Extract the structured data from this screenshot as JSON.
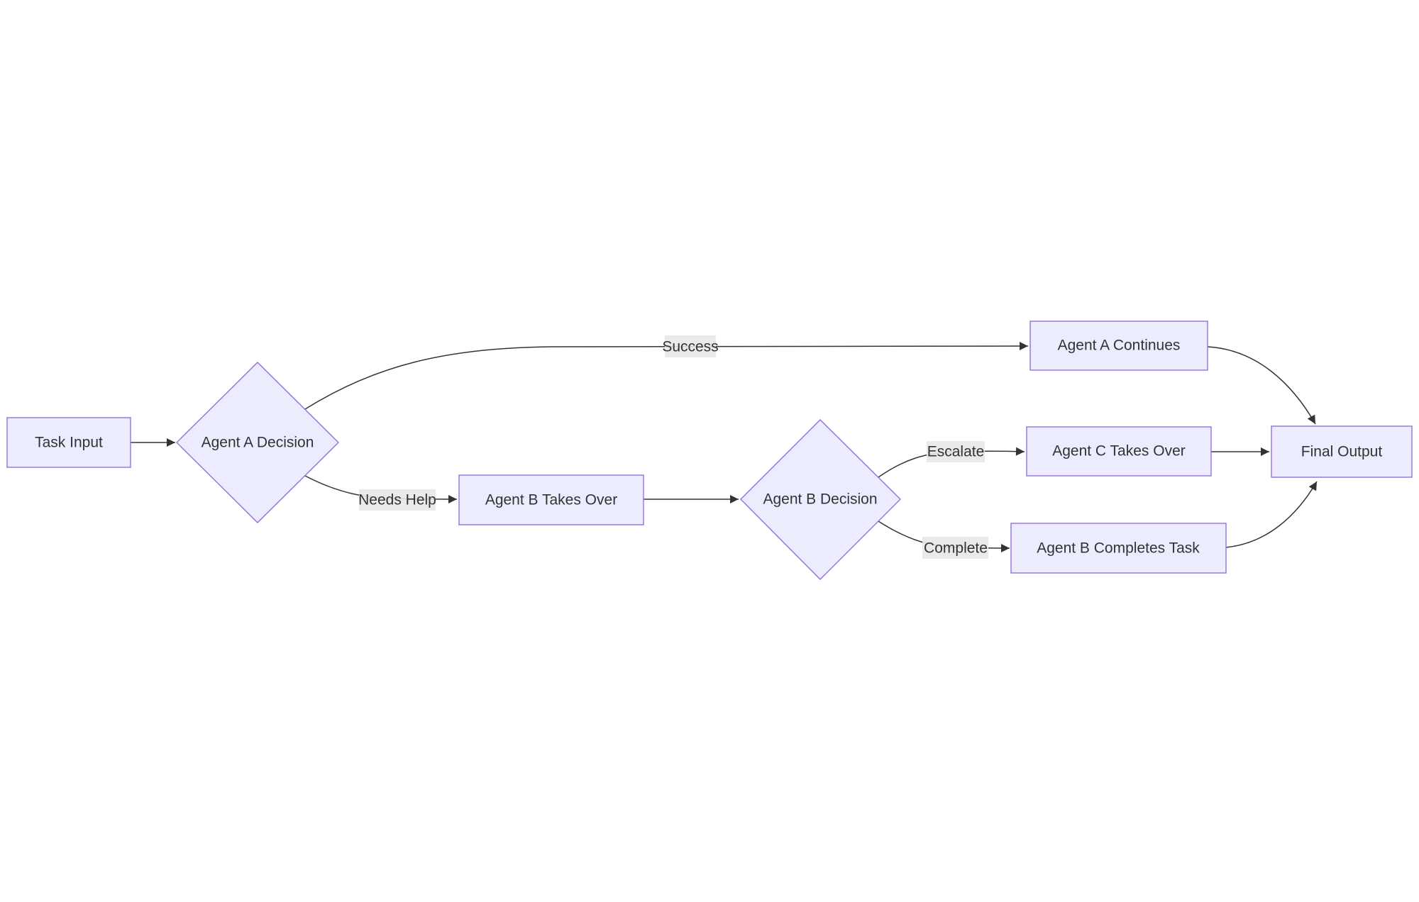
{
  "diagram": {
    "type": "flowchart",
    "direction": "left-to-right",
    "nodes": {
      "task_input": {
        "label": "Task Input",
        "shape": "rectangle"
      },
      "agent_a_decision": {
        "label": "Agent A Decision",
        "shape": "diamond"
      },
      "agent_a_continues": {
        "label": "Agent A Continues",
        "shape": "rectangle"
      },
      "agent_b_takes_over": {
        "label": "Agent B Takes Over",
        "shape": "rectangle"
      },
      "agent_b_decision": {
        "label": "Agent B Decision",
        "shape": "diamond"
      },
      "agent_c_takes_over": {
        "label": "Agent C Takes Over",
        "shape": "rectangle"
      },
      "agent_b_completes_task": {
        "label": "Agent B Completes Task",
        "shape": "rectangle"
      },
      "final_output": {
        "label": "Final Output",
        "shape": "rectangle"
      }
    },
    "edge_labels": {
      "success": "Success",
      "needs_help": "Needs Help",
      "escalate": "Escalate",
      "complete": "Complete"
    },
    "edges": [
      {
        "from": "task_input",
        "to": "agent_a_decision",
        "label": ""
      },
      {
        "from": "agent_a_decision",
        "to": "agent_a_continues",
        "label": "Success"
      },
      {
        "from": "agent_a_decision",
        "to": "agent_b_takes_over",
        "label": "Needs Help"
      },
      {
        "from": "agent_b_takes_over",
        "to": "agent_b_decision",
        "label": ""
      },
      {
        "from": "agent_b_decision",
        "to": "agent_c_takes_over",
        "label": "Escalate"
      },
      {
        "from": "agent_b_decision",
        "to": "agent_b_completes_task",
        "label": "Complete"
      },
      {
        "from": "agent_a_continues",
        "to": "final_output",
        "label": ""
      },
      {
        "from": "agent_c_takes_over",
        "to": "final_output",
        "label": ""
      },
      {
        "from": "agent_b_completes_task",
        "to": "final_output",
        "label": ""
      }
    ],
    "colors": {
      "background": "#ffffff",
      "node_fill": "#ECECFF",
      "node_border": "#9370DB",
      "edge_line": "#333333",
      "edge_label_bg": "#e8e8e8",
      "text": "#333333"
    }
  }
}
